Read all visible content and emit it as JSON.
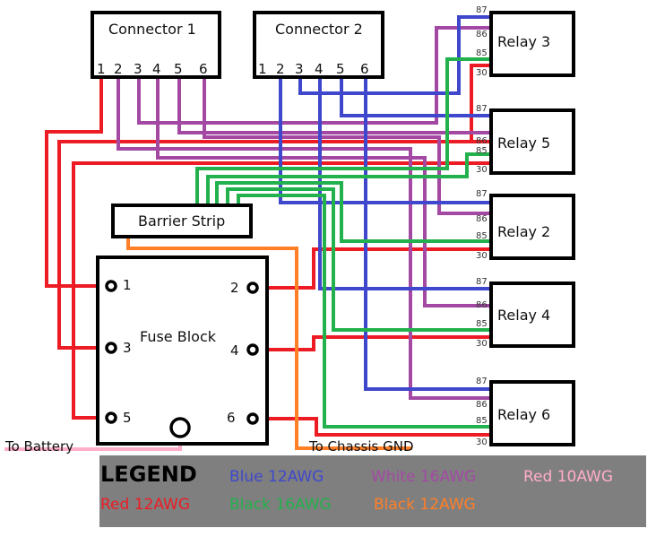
{
  "diagram": {
    "connector1": {
      "title": "Connector 1",
      "pins": [
        "1",
        "2",
        "3",
        "4",
        "5",
        "6"
      ]
    },
    "connector2": {
      "title": "Connector 2",
      "pins": [
        "1",
        "2",
        "3",
        "4",
        "5",
        "6"
      ]
    },
    "barrier_strip": {
      "title": "Barrier Strip"
    },
    "fuse_block": {
      "title": "Fuse Block",
      "terminals": [
        "1",
        "2",
        "3",
        "4",
        "5",
        "6"
      ]
    },
    "relays": [
      {
        "id": "relay-3",
        "title": "Relay 3",
        "pins": [
          "87",
          "86",
          "85",
          "30"
        ]
      },
      {
        "id": "relay-5",
        "title": "Relay 5",
        "pins": [
          "87",
          "86",
          "85",
          "30"
        ]
      },
      {
        "id": "relay-2",
        "title": "Relay 2",
        "pins": [
          "87",
          "86",
          "85",
          "30"
        ]
      },
      {
        "id": "relay-4",
        "title": "Relay 4",
        "pins": [
          "87",
          "86",
          "85",
          "30"
        ]
      },
      {
        "id": "relay-6",
        "title": "Relay 6",
        "pins": [
          "87",
          "86",
          "85",
          "30"
        ]
      }
    ],
    "notes": {
      "to_battery": "To Battery",
      "to_chassis_gnd": "To Chassis GND"
    }
  },
  "wire_colors": {
    "red12": "#ed1c24",
    "blue12": "#3f48cc",
    "white16": "#a349a4",
    "black16": "#22b14c",
    "black12": "#ff7f27",
    "red10": "#ffaec9"
  },
  "legend": {
    "title": "LEGEND",
    "items": [
      {
        "label": "Blue 12AWG",
        "color": "#3f48cc"
      },
      {
        "label": "White 16AWG",
        "color": "#a349a4"
      },
      {
        "label": "Red 10AWG",
        "color": "#ffaec9"
      },
      {
        "label": "Red 12AWG",
        "color": "#ed1c24"
      },
      {
        "label": "Black 16AWG",
        "color": "#22b14c"
      },
      {
        "label": "Black 12AWG",
        "color": "#ff7f27"
      }
    ]
  }
}
